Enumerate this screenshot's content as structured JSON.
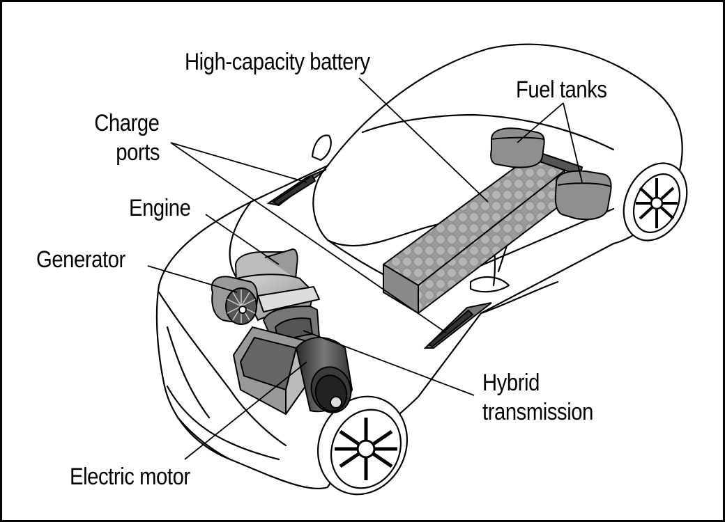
{
  "labels": {
    "battery": "High-capacity battery",
    "fuel_tanks": "Fuel tanks",
    "charge_ports_line1": "Charge",
    "charge_ports_line2": "ports",
    "engine": "Engine",
    "generator": "Generator",
    "hybrid_line1": "Hybrid",
    "hybrid_line2": "transmission",
    "electric_motor": "Electric motor"
  }
}
